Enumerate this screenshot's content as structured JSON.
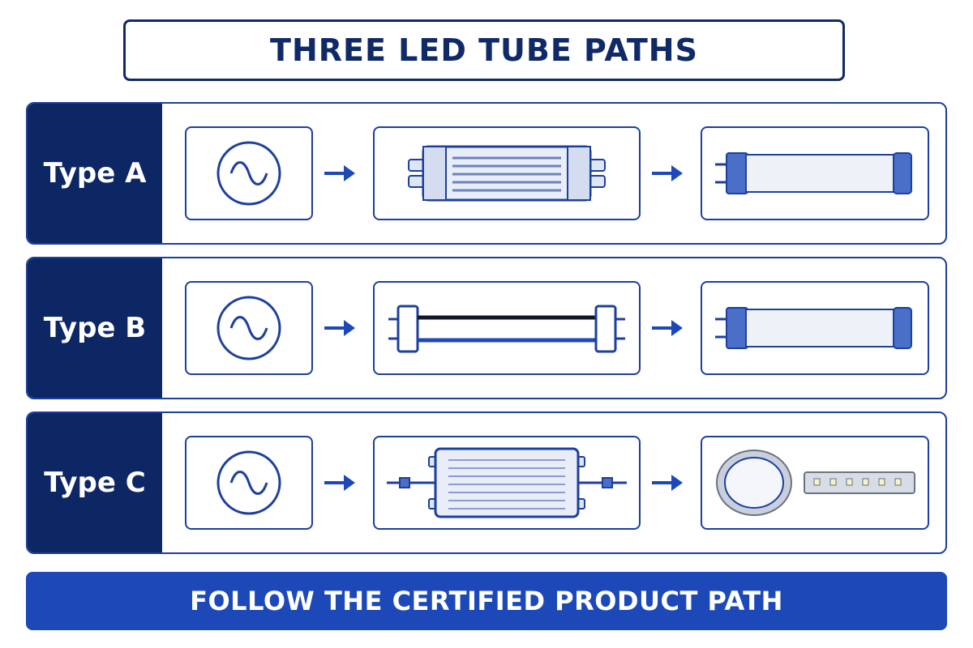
{
  "title": "THREE LED TUBE PATHS",
  "rows": [
    {
      "label": "Type A",
      "source_icon": "ac-power-icon",
      "device_icon": "ballast-icon",
      "output_icons": [
        "led-tube-icon"
      ]
    },
    {
      "label": "Type B",
      "source_icon": "ac-power-icon",
      "device_icon": "direct-wire-icon",
      "output_icons": [
        "led-tube-icon"
      ]
    },
    {
      "label": "Type C",
      "source_icon": "ac-power-icon",
      "device_icon": "external-driver-icon",
      "output_icons": [
        "round-led-panel-icon",
        "led-strip-icon"
      ]
    }
  ],
  "footer": "FOLLOW THE CERTIFIED PRODUCT PATH",
  "colors": {
    "navy": "#0c2763",
    "blue": "#1d49b8",
    "outline": "#1d3f9e",
    "tube_fill": "#e8edf7"
  }
}
